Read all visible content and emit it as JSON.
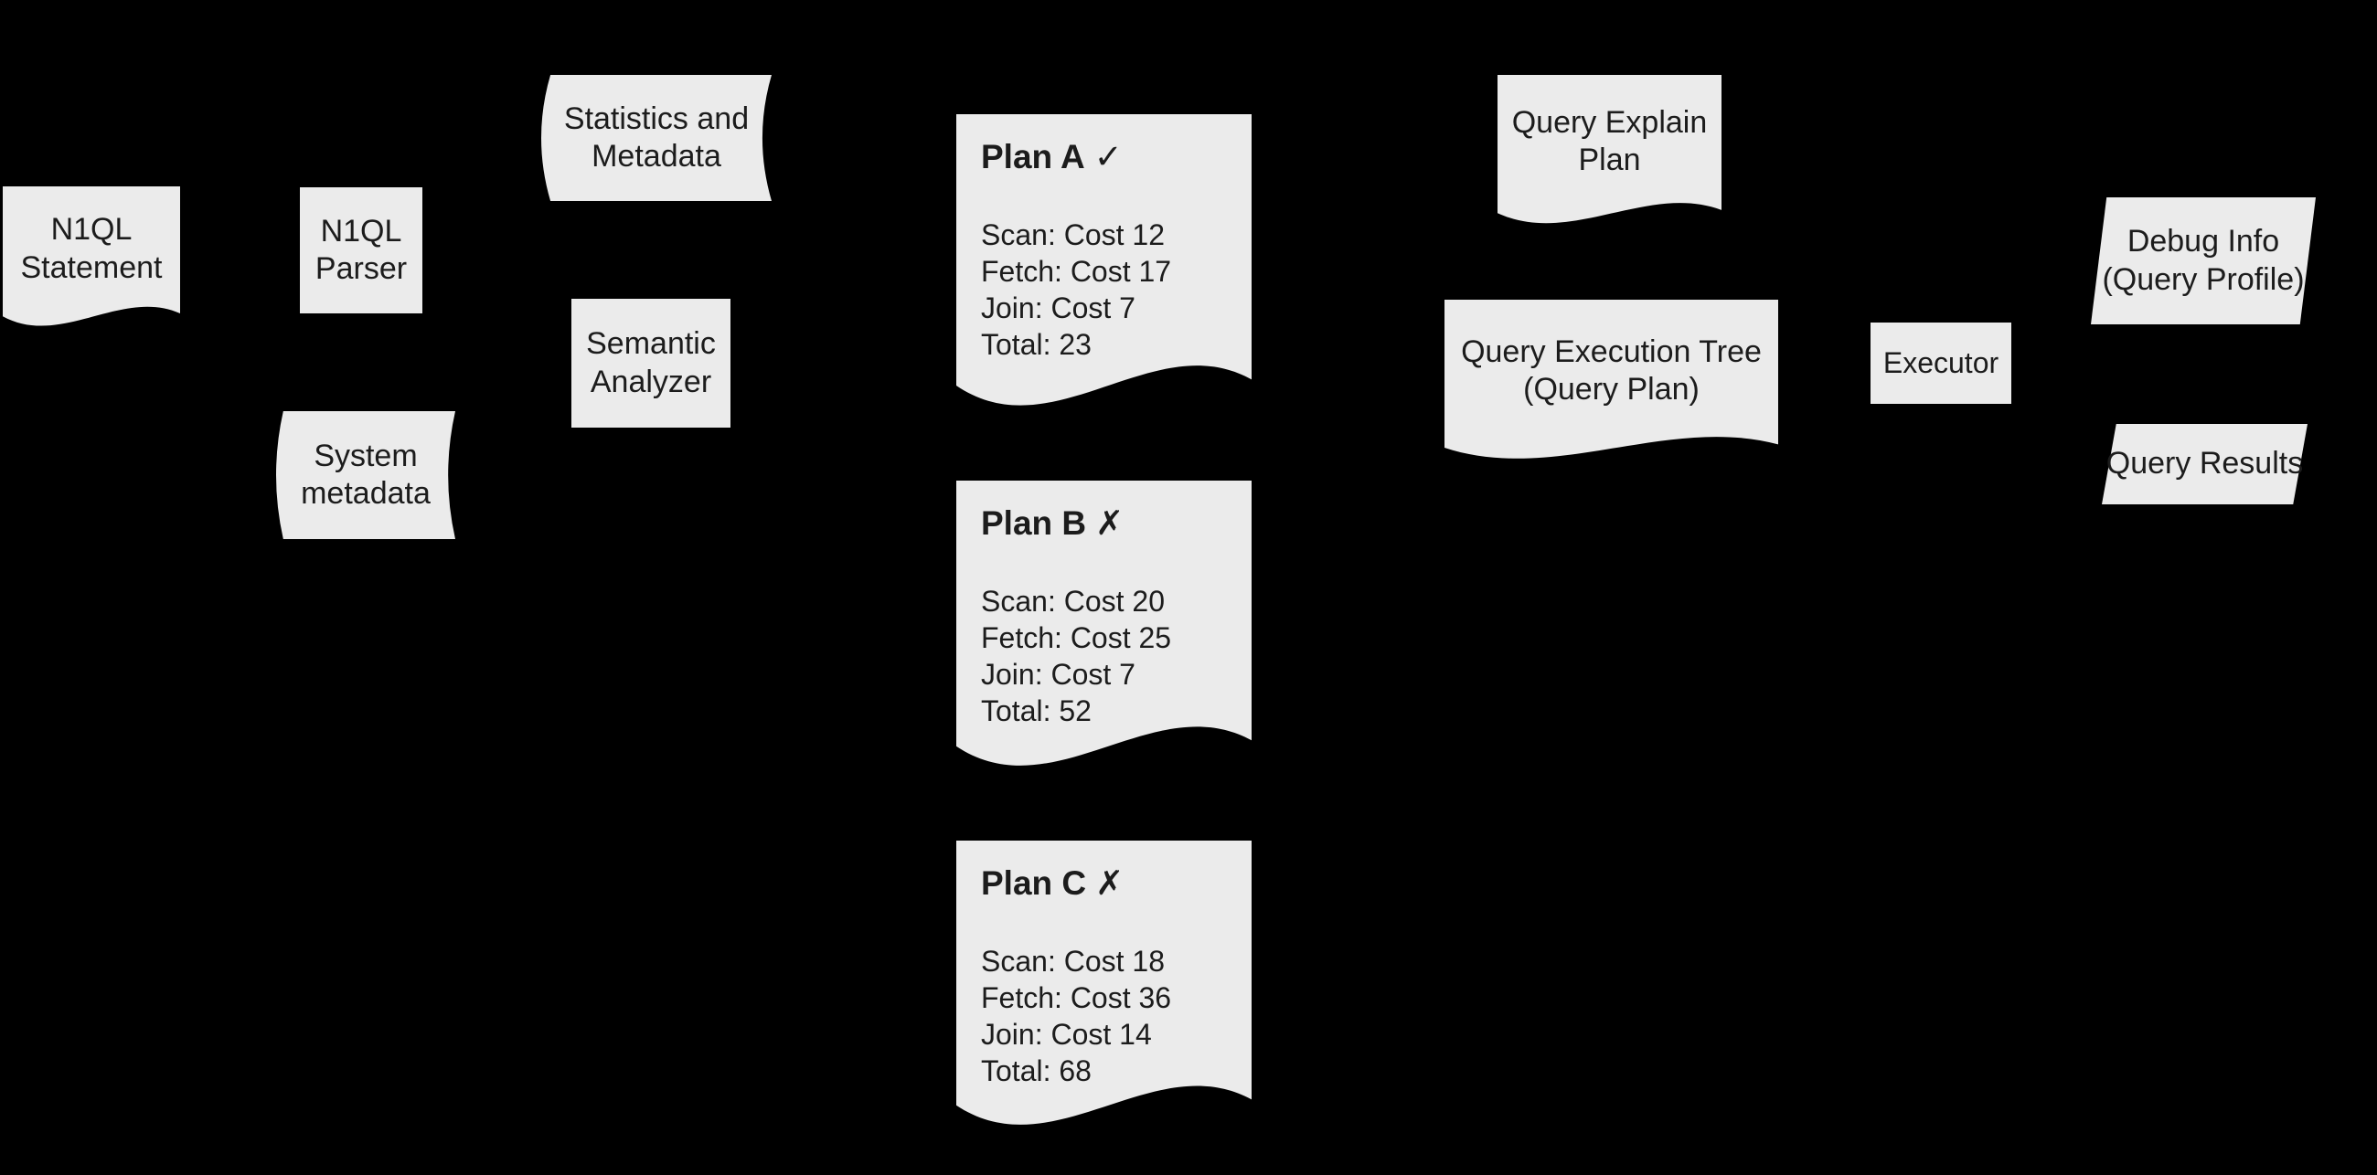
{
  "canvas": {
    "background": "#000000",
    "shape_fill": "#ebebeb",
    "text_color": "#1c1c1c"
  },
  "nodes": {
    "n1ql_statement": {
      "shape": "document",
      "lines": [
        "N1QL",
        "Statement"
      ]
    },
    "n1ql_parser": {
      "shape": "rectangle",
      "lines": [
        "N1QL",
        "Parser"
      ]
    },
    "statistics_metadata": {
      "shape": "stored-data",
      "lines": [
        "Statistics and",
        "Metadata"
      ]
    },
    "semantic_analyzer": {
      "shape": "rectangle",
      "lines": [
        "Semantic",
        "Analyzer"
      ]
    },
    "system_metadata": {
      "shape": "stored-data",
      "lines": [
        "System",
        "metadata"
      ]
    },
    "plan_a": {
      "shape": "document",
      "title": "Plan A",
      "mark": "✓",
      "lines": [
        "Scan: Cost 12",
        "Fetch: Cost 17",
        "Join: Cost 7",
        "Total: 23"
      ]
    },
    "plan_b": {
      "shape": "document",
      "title": "Plan B",
      "mark": "✗",
      "lines": [
        "Scan: Cost 20",
        "Fetch: Cost 25",
        "Join: Cost 7",
        "Total: 52"
      ]
    },
    "plan_c": {
      "shape": "document",
      "title": "Plan C",
      "mark": "✗",
      "lines": [
        "Scan: Cost 18",
        "Fetch: Cost 36",
        "Join: Cost 14",
        "Total: 68"
      ]
    },
    "query_explain_plan": {
      "shape": "document",
      "lines": [
        "Query Explain",
        "Plan"
      ]
    },
    "query_execution_tree": {
      "shape": "document",
      "lines": [
        "Query Execution Tree",
        "(Query Plan)"
      ]
    },
    "executor": {
      "shape": "rectangle",
      "lines": [
        "Executor"
      ]
    },
    "debug_info": {
      "shape": "parallelogram",
      "lines": [
        "Debug Info",
        "(Query Profile)"
      ]
    },
    "query_results": {
      "shape": "parallelogram",
      "lines": [
        "Query Results"
      ]
    }
  }
}
